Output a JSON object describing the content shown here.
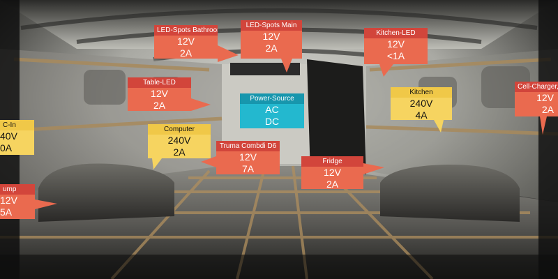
{
  "colors": {
    "consumer_12v": "#ea6a4f",
    "consumer_12v_header": "#d2453b",
    "consumer_240v": "#f6d460",
    "consumer_240v_header": "#f0c848",
    "power_source": "#23b8cf",
    "power_source_header": "#1796ad"
  },
  "labels": {
    "led_spots_bathroom": {
      "title": "LED-Spots Bathroom",
      "voltage": "12V",
      "current": "2A"
    },
    "led_spots_main": {
      "title": "LED-Spots Main",
      "voltage": "12V",
      "current": "2A"
    },
    "kitchen_led": {
      "title": "Kitchen-LED",
      "voltage": "12V",
      "current": "<1A"
    },
    "table_led": {
      "title": "Table-LED",
      "voltage": "12V",
      "current": "2A"
    },
    "power_source": {
      "title": "Power-Source",
      "voltage": "AC",
      "current": "DC"
    },
    "kitchen": {
      "title": "Kitchen",
      "voltage": "240V",
      "current": "4A"
    },
    "cell_charger": {
      "title": "Cell-Charger, ",
      "voltage": "12V",
      "current": "2A"
    },
    "ac_in": {
      "title": "C-In",
      "voltage": "40V",
      "current": "0A"
    },
    "computer": {
      "title": "Computer",
      "voltage": "240V",
      "current": "2A"
    },
    "truma_combi": {
      "title": "Truma Combdi D6",
      "voltage": "12V",
      "current": "7A"
    },
    "fridge": {
      "title": "Fridge",
      "voltage": "12V",
      "current": "2A"
    },
    "pump": {
      "title": "ump",
      "voltage": "12V",
      "current": "5A"
    }
  }
}
